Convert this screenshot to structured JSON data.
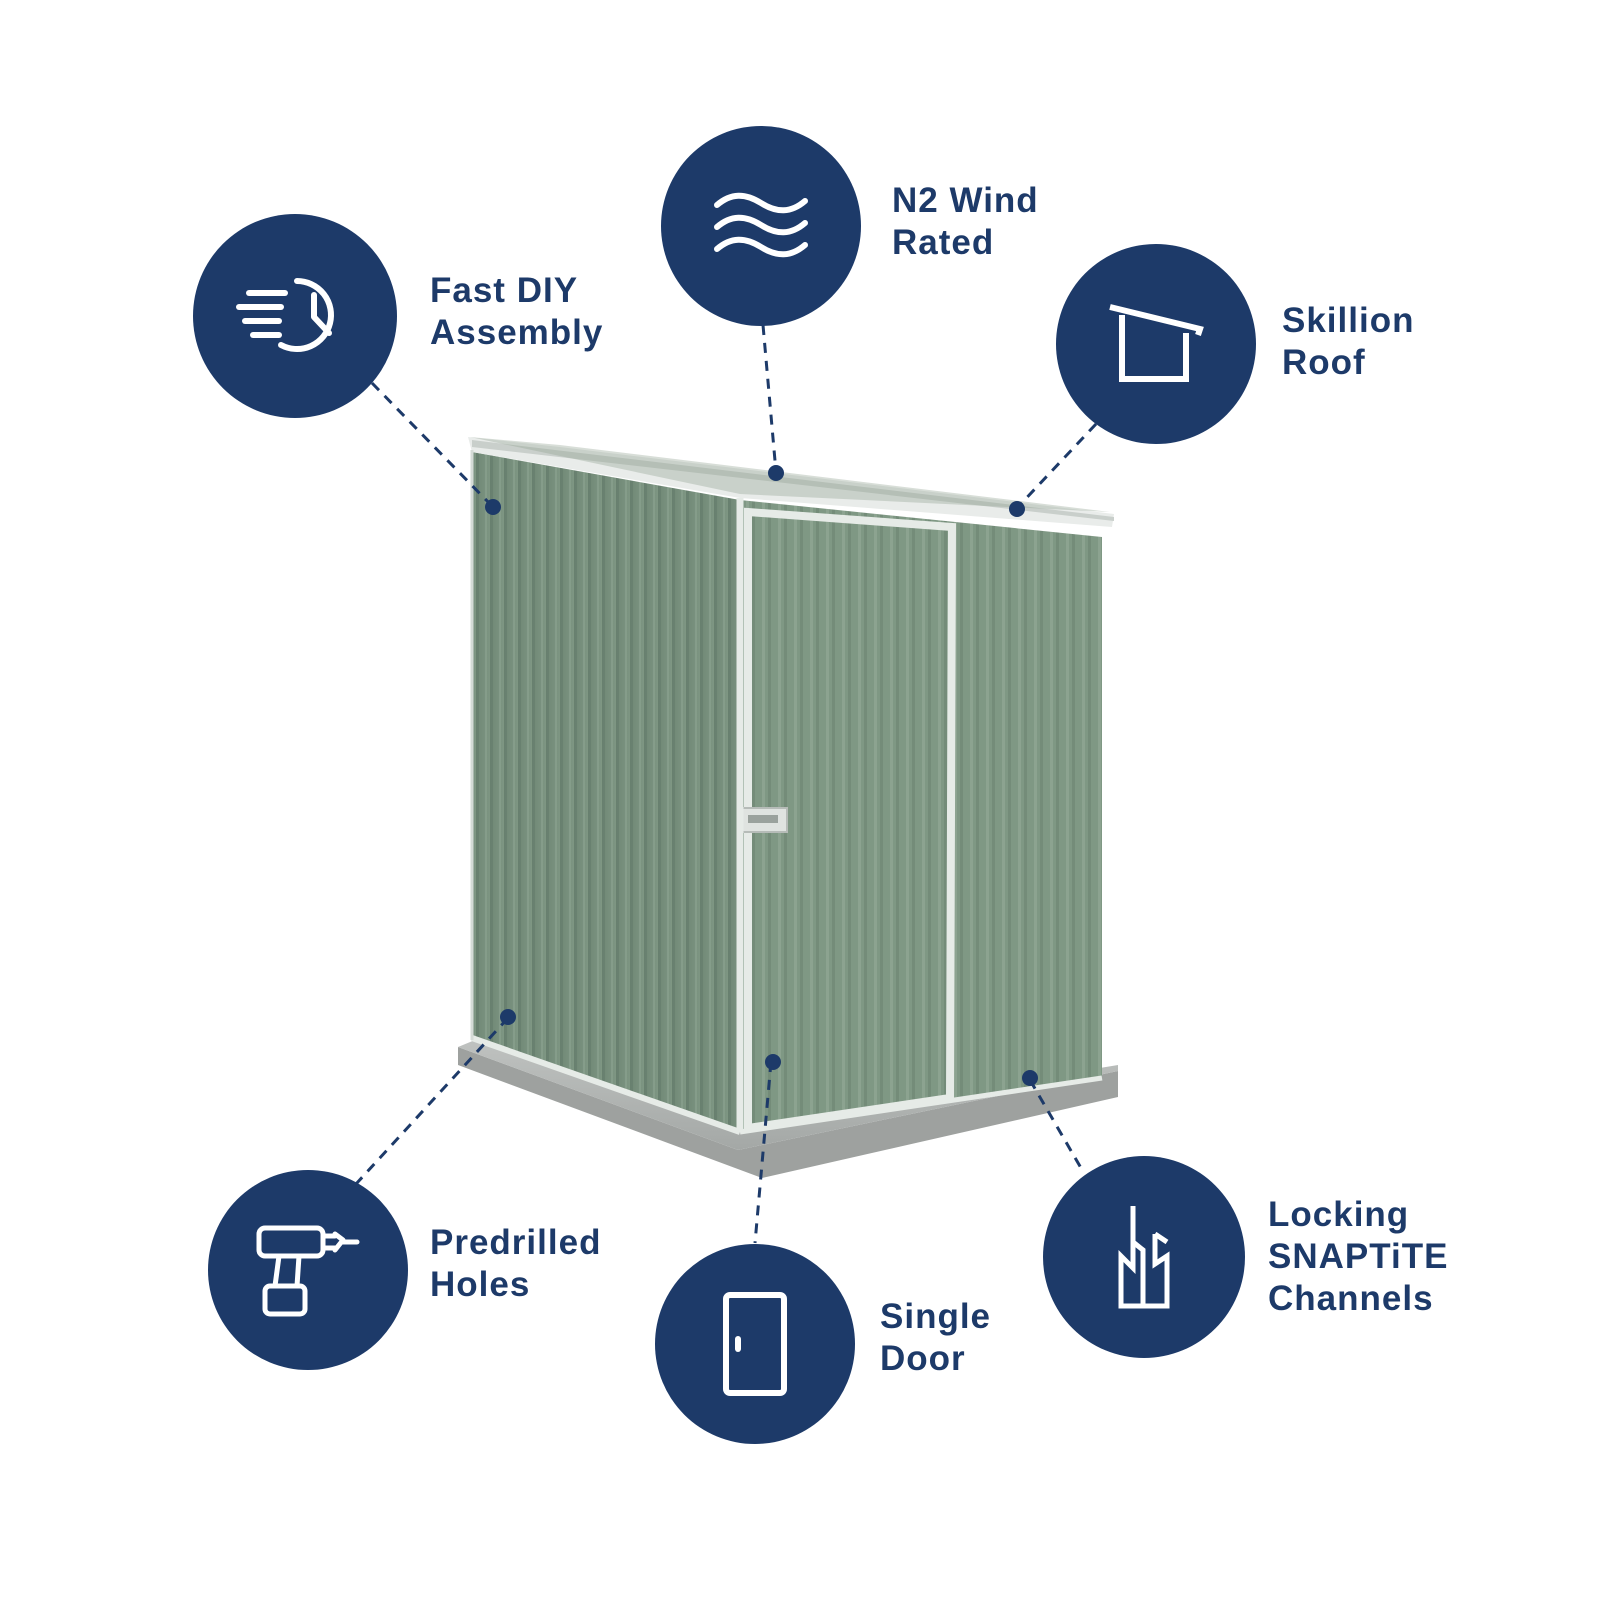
{
  "colors": {
    "badge": "#1d3a69",
    "label": "#1d3a69",
    "icon": "#ffffff",
    "shed_panel": "#7f9884",
    "shed_trim": "#e6ebe7",
    "slab": "#b3b6b4"
  },
  "features": [
    {
      "id": "fast-diy-assembly",
      "icon": "fast-clock-icon",
      "lines": [
        "Fast DIY",
        "Assembly"
      ]
    },
    {
      "id": "n2-wind-rated",
      "icon": "wind-waves-icon",
      "lines": [
        "N2 Wind",
        "Rated"
      ]
    },
    {
      "id": "skillion-roof",
      "icon": "skillion-roof-icon",
      "lines": [
        "Skillion",
        "Roof"
      ]
    },
    {
      "id": "predrilled-holes",
      "icon": "drill-icon",
      "lines": [
        "Predrilled",
        "Holes"
      ]
    },
    {
      "id": "single-door",
      "icon": "door-icon",
      "lines": [
        "Single",
        "Door"
      ]
    },
    {
      "id": "locking-snaptite-channels",
      "icon": "snaptite-channel-icon",
      "lines": [
        "Locking",
        "SNAPTiTE",
        "Channels"
      ]
    }
  ]
}
